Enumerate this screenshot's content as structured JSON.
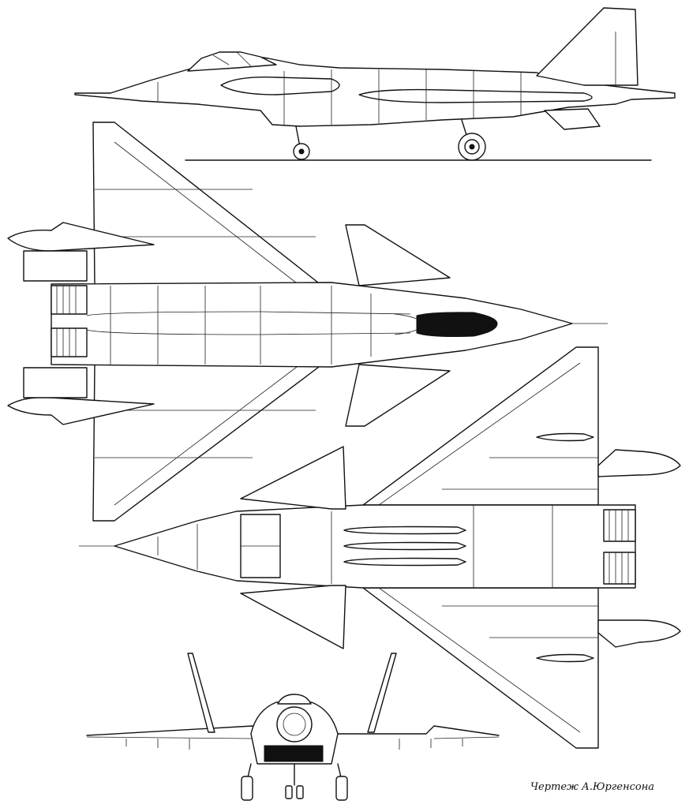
{
  "figure": {
    "credit": "Чертеж А.Юргенсона"
  },
  "views": [
    "side-view",
    "top-view",
    "bottom-view",
    "front-view"
  ],
  "colors": {
    "ink": "#111111",
    "paper": "#ffffff"
  }
}
